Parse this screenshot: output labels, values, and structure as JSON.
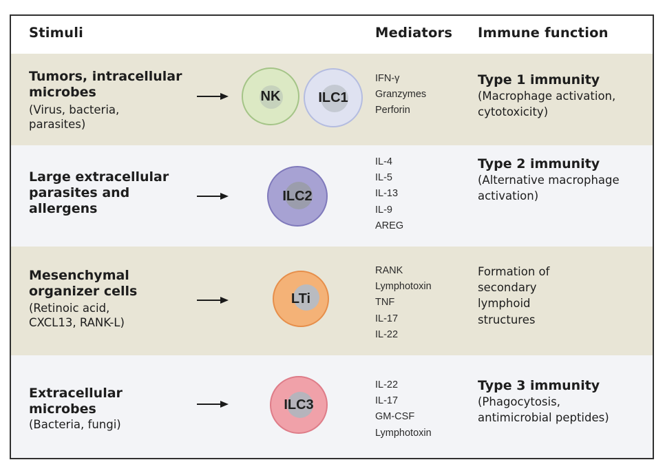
{
  "headers": {
    "stimuli": "Stimuli",
    "mediators": "Mediators",
    "immune_function": "Immune function"
  },
  "rows": [
    {
      "stimulus_title": "Tumors, intracellular\nmicrobes",
      "stimulus_subtitle": "(Virus, bacteria,\nparasites)",
      "cells": [
        {
          "label": "NK",
          "fill": "#dce9c4",
          "nucleus": "#c6d2bc",
          "border": "#a4c487"
        },
        {
          "label": "ILC1",
          "fill": "#dfe2f1",
          "nucleus": "#c4c9d2",
          "border": "#b4bce0"
        }
      ],
      "mediators": [
        "IFN-γ",
        "Granzymes",
        "Perforin"
      ],
      "function_title": "Type 1 immunity",
      "function_subtitle": "(Macrophage activation,\ncytotoxicity)"
    },
    {
      "stimulus_title": "Large extracellular\nparasites and\nallergens",
      "stimulus_subtitle": "",
      "cells": [
        {
          "label": "ILC2",
          "fill": "#a7a2d3",
          "nucleus": "#9b9dac",
          "border": "#7f79bb"
        }
      ],
      "mediators": [
        "IL-4",
        "IL-5",
        "IL-13",
        "IL-9",
        "AREG"
      ],
      "function_title": "Type 2 immunity",
      "function_subtitle": "(Alternative macrophage\nactivation)"
    },
    {
      "stimulus_title": "Mesenchymal\norganizer cells",
      "stimulus_subtitle": "(Retinoic acid,\nCXCL13, RANK-L)",
      "cells": [
        {
          "label": "LTi",
          "fill": "#f4b277",
          "nucleus": "#b9bbc0",
          "border": "#e68e4a"
        }
      ],
      "mediators": [
        "RANK",
        "Lymphotoxin",
        "TNF",
        "IL-17",
        "IL-22"
      ],
      "function_title": "",
      "function_subtitle": "Formation of\nsecondary\nlymphoid\nstructures"
    },
    {
      "stimulus_title": "Extracellular\nmicrobes",
      "stimulus_subtitle": "(Bacteria, fungi)",
      "cells": [
        {
          "label": "ILC3",
          "fill": "#f0a1a9",
          "nucleus": "#b6b4bc",
          "border": "#de7c88"
        }
      ],
      "mediators": [
        "IL-22",
        "IL-17",
        "GM-CSF",
        "Lymphotoxin"
      ],
      "function_title": "Type 3 immunity",
      "function_subtitle": "(Phagocytosis,\nantimicrobial peptides)"
    }
  ]
}
